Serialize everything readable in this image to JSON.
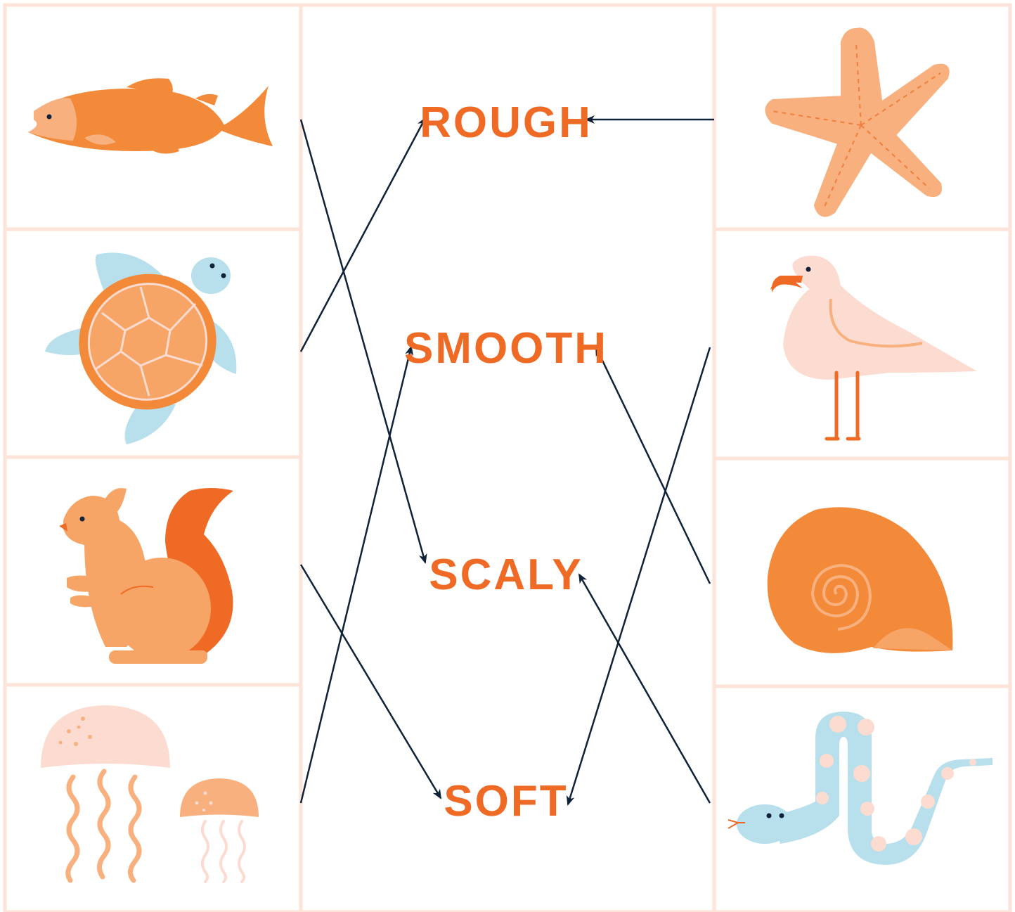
{
  "words": [
    "ROUGH",
    "SMOOTH",
    "SCALY",
    "SOFT"
  ],
  "left_items": [
    {
      "name": "fish-icon"
    },
    {
      "name": "turtle-icon"
    },
    {
      "name": "squirrel-icon"
    },
    {
      "name": "jellyfish-icon"
    }
  ],
  "right_items": [
    {
      "name": "starfish-icon"
    },
    {
      "name": "seagull-icon"
    },
    {
      "name": "seashell-icon"
    },
    {
      "name": "snake-icon"
    }
  ],
  "connections": [
    {
      "from": "fish-icon",
      "to": "SCALY"
    },
    {
      "from": "turtle-icon",
      "to": "ROUGH"
    },
    {
      "from": "squirrel-icon",
      "to": "SOFT"
    },
    {
      "from": "jellyfish-icon",
      "to": "SMOOTH"
    },
    {
      "from": "starfish-icon",
      "to": "ROUGH"
    },
    {
      "from": "seagull-icon",
      "to": "SOFT"
    },
    {
      "from": "seashell-icon",
      "to": "SMOOTH"
    },
    {
      "from": "snake-icon",
      "to": "SCALY"
    }
  ],
  "colors": {
    "border": "#fde3d8",
    "arrow": "#0f2238",
    "word": "#ef6a24",
    "orange": "#f38a3a",
    "light_orange": "#f7b07e",
    "peach": "#fcdcd0",
    "light_blue": "#b7dfec",
    "dark_orange": "#ef6a24"
  }
}
